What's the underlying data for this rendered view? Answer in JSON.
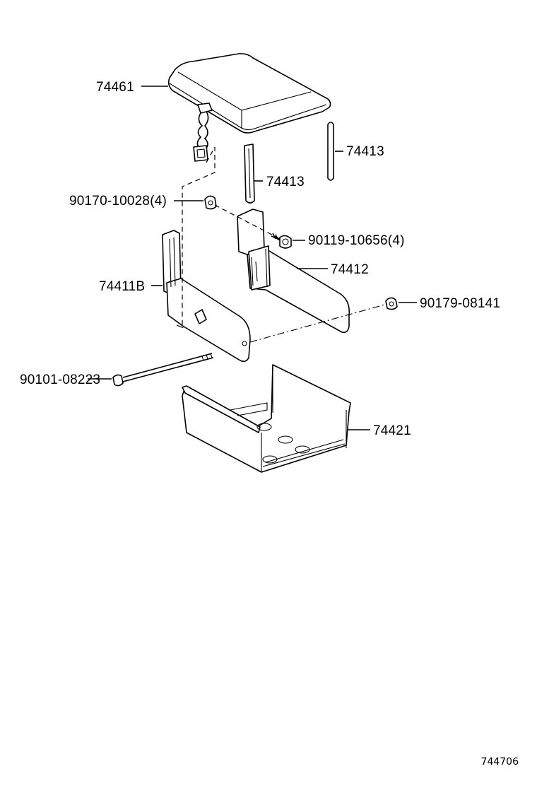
{
  "labels": {
    "lid": "74461",
    "rod_right": "74413",
    "rod_center": "74413",
    "clip": "90170-10028(4)",
    "screw": "90119-10656(4)",
    "bracket_left": "74411B",
    "bracket_right": "74412",
    "nut": "90179-08141",
    "bolt": "90101-08223",
    "tray": "74421"
  },
  "reference_number": "744706"
}
